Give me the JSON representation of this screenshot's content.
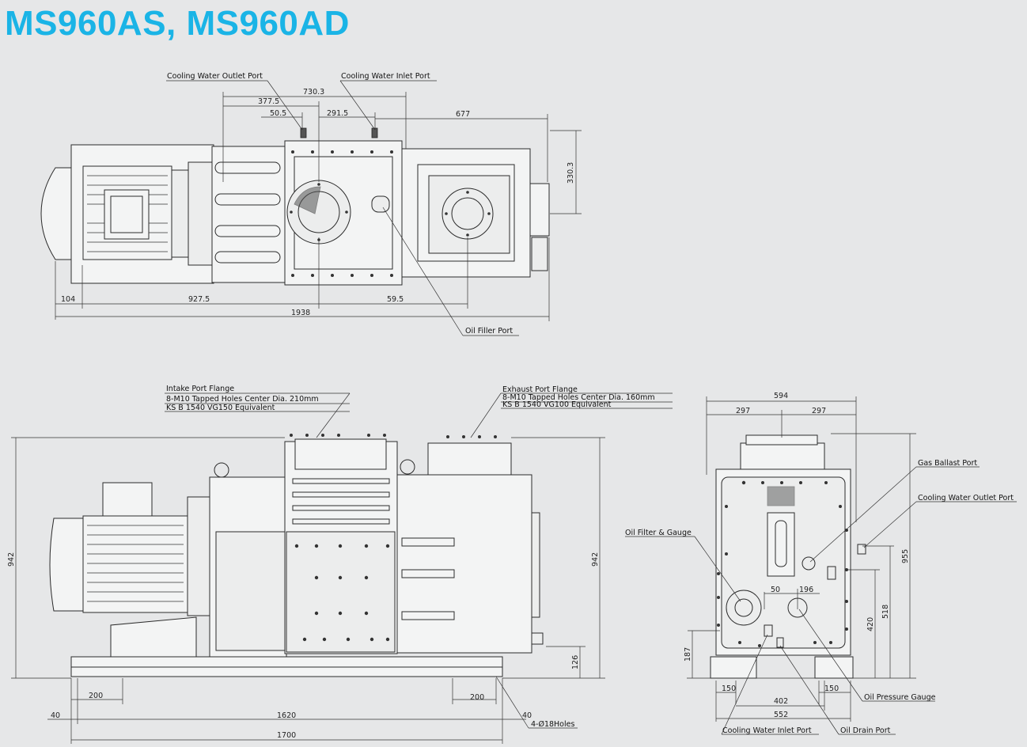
{
  "title": "MS960AS, MS960AD",
  "top_view": {
    "labels": {
      "cooling_outlet": "Cooling Water Outlet Port",
      "cooling_inlet": "Cooling Water Inlet Port",
      "oil_filler": "Oil Filler Port"
    },
    "dims": {
      "d730": "730.3",
      "d377": "377.5",
      "d50": "50.5",
      "d291": "291.5",
      "d677": "677",
      "d330": "330.3",
      "d104": "104",
      "d927": "927.5",
      "d59": "59.5",
      "d1938": "1938"
    }
  },
  "side_view": {
    "labels": {
      "intake_1": "Intake Port Flange",
      "intake_2": "8-M10 Tapped Holes Center Dia. 210mm",
      "intake_3": "KS B 1540 VG150 Equivalent",
      "exhaust_1": "Exhaust Port Flange",
      "exhaust_2": "8-M10 Tapped Holes Center Dia. 160mm",
      "exhaust_3": "KS B 1540 VG100 Equivalent",
      "holes": "4-Ø18Holes"
    },
    "dims": {
      "h942l": "942",
      "h942r": "942",
      "h126": "126",
      "w200l": "200",
      "w200r": "200",
      "w40l": "40",
      "w40r": "40",
      "w1620": "1620",
      "w1700": "1700"
    }
  },
  "end_view": {
    "labels": {
      "gas_ballast": "Gas Ballast Port",
      "cooling_outlet": "Cooling Water Outlet Port",
      "oil_filter": "Oil Filter & Gauge",
      "oil_pressure": "Oil Pressure Gauge",
      "cooling_inlet": "Cooling Water Inlet Port",
      "oil_drain": "Oil Drain Port"
    },
    "dims": {
      "w594": "594",
      "w297l": "297",
      "w297r": "297",
      "h955": "955",
      "h518": "518",
      "h420": "420",
      "h187": "187",
      "w50": "50",
      "w196": "196",
      "w150l": "150",
      "w150r": "150",
      "w402": "402",
      "w552": "552"
    }
  },
  "colors": {
    "title": "#1ab4e6",
    "background": "#e6e7e8",
    "line": "#2b2b2b"
  }
}
